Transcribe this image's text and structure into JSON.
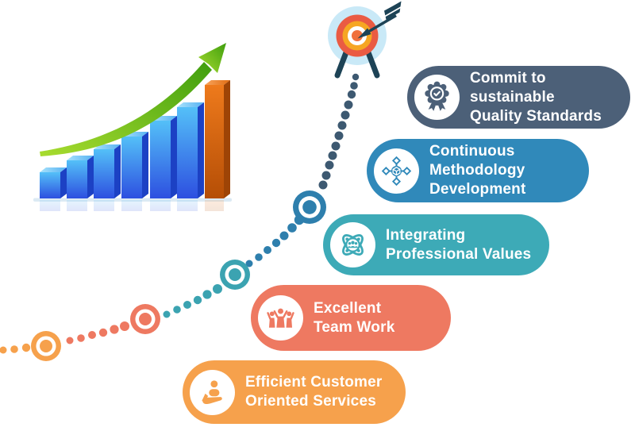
{
  "milestones": [
    {
      "id": "quality-standards",
      "label": "Commit to\nsustainable\nQuality Standards",
      "color": "#4C6078",
      "icon": "award-ribbon-icon"
    },
    {
      "id": "methodology",
      "label": "Continuous\nMethodology\nDevelopment",
      "color": "#3089BA",
      "icon": "blockchain-cubes-icon"
    },
    {
      "id": "professional-values",
      "label": "Integrating\nProfessional Values",
      "color": "#3DAAB7",
      "icon": "atom-people-icon"
    },
    {
      "id": "teamwork",
      "label": "Excellent\nTeam Work",
      "color": "#EE7961",
      "icon": "team-celebration-icon"
    },
    {
      "id": "customer-services",
      "label": "Efficient Customer\nOriented Services",
      "color": "#F6A14C",
      "icon": "customer-care-icon"
    }
  ],
  "journey": {
    "node_colors": [
      "#F6A14C",
      "#EE7961",
      "#3BA3B1",
      "#2E7FAD"
    ],
    "trail_final_color": "#3D5971"
  },
  "growth_chart": {
    "type": "bar",
    "title": "",
    "bars": [
      {
        "index": 1,
        "relative_height": 33,
        "color_scheme": "blue"
      },
      {
        "index": 2,
        "relative_height": 48,
        "color_scheme": "blue"
      },
      {
        "index": 3,
        "relative_height": 62,
        "color_scheme": "blue"
      },
      {
        "index": 4,
        "relative_height": 78,
        "color_scheme": "blue"
      },
      {
        "index": 5,
        "relative_height": 98,
        "color_scheme": "blue"
      },
      {
        "index": 6,
        "relative_height": 115,
        "color_scheme": "blue"
      },
      {
        "index": 7,
        "relative_height": 143,
        "color_scheme": "orange"
      }
    ],
    "arrow": {
      "kind": "growth-swoosh",
      "gradient": [
        "#A8DC2F",
        "#3F9E0E"
      ]
    },
    "palette": {
      "blue_front_top": "#54C0F8",
      "blue_front_bottom": "#2D4FE0",
      "blue_side": "#1C41C4",
      "blue_top": "#A8E2FB",
      "orange_front_top": "#EE7A1C",
      "orange_front_bottom": "#B54E06",
      "orange_side": "#9E4406",
      "orange_top": "#F8A45C"
    }
  },
  "target": {
    "halo": "#C9E9F7",
    "ring_outer": "#EA5B43",
    "ring_inner": "#F6A623",
    "bull_center": "#F0703C",
    "stand_and_dart": "#1D4356"
  }
}
